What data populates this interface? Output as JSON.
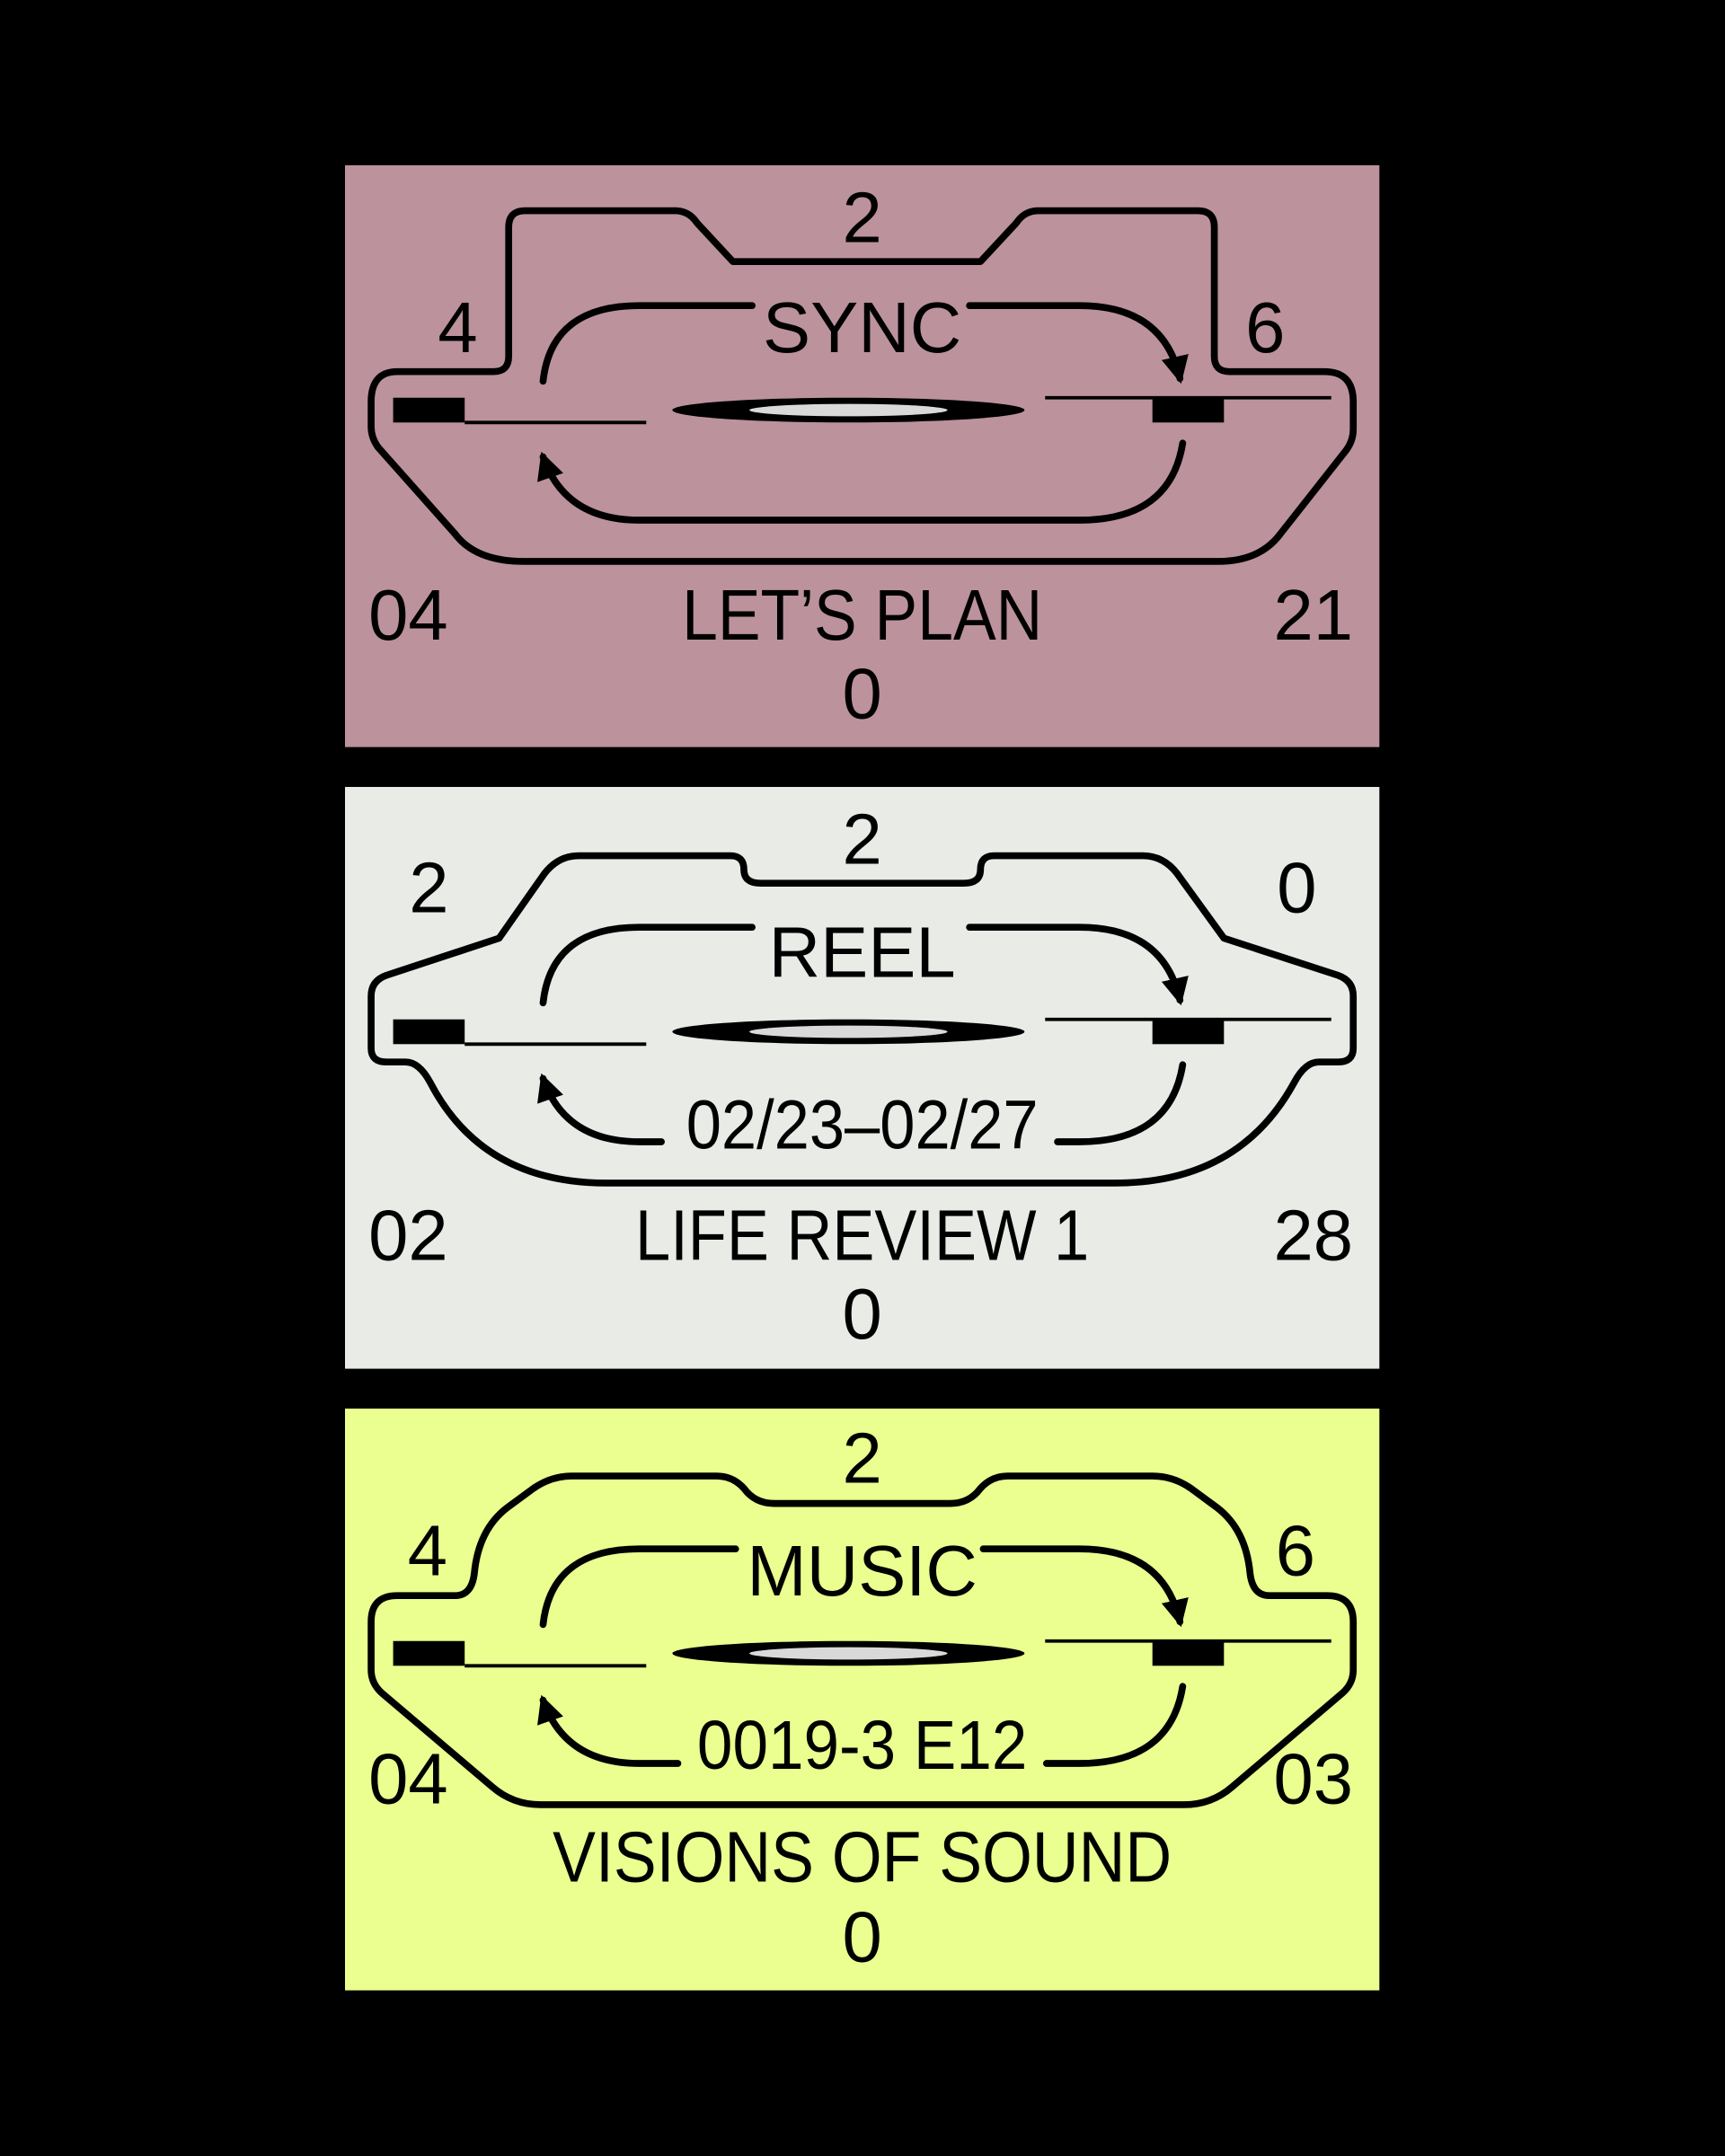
{
  "colors": {
    "background": "#000000",
    "panel_1": "#bc929c",
    "panel_2": "#e8ebe6",
    "panel_3": "#eaff8f"
  },
  "panels": [
    {
      "top": "2",
      "left_top": "4",
      "right_top": "6",
      "inner_top": "SYNC",
      "inner_bottom": "",
      "left_bottom": "04",
      "title": "LET’S PLAN",
      "right_bottom": "21",
      "bottom": "0"
    },
    {
      "top": "2",
      "left_top": "2",
      "right_top": "0",
      "inner_top": "REEL",
      "inner_bottom": "02/23–02/27",
      "left_bottom": "02",
      "title": "LIFE REVIEW 1",
      "right_bottom": "28",
      "bottom": "0"
    },
    {
      "top": "2",
      "left_top": "4",
      "right_top": "6",
      "inner_top": "MUSIC",
      "inner_bottom": "0019-3 E12",
      "left_bottom": "04",
      "title": "VISIONS OF SOUND",
      "right_bottom": "03",
      "bottom": "0"
    }
  ]
}
